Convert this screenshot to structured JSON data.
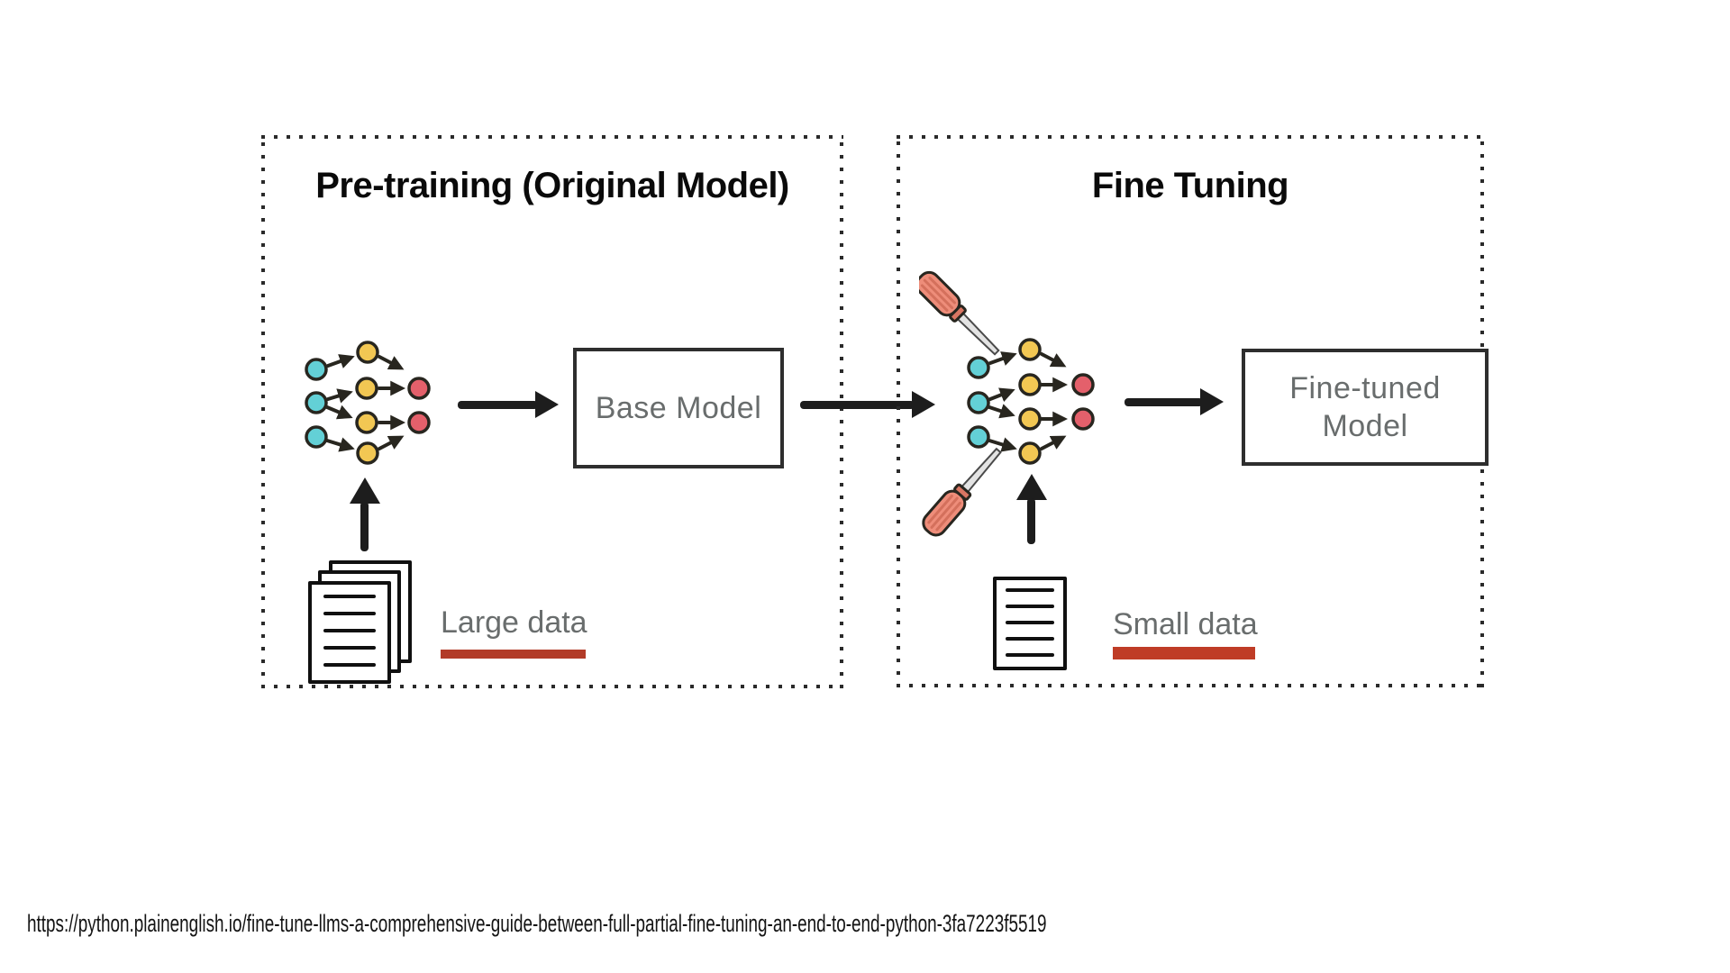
{
  "pretraining_panel": {
    "title": "Pre-training (Original Model)",
    "model_box_label": "Base Model",
    "data_label": "Large data",
    "data_icon": "document-stack-icon",
    "network_icon": "neural-network-icon"
  },
  "finetuning_panel": {
    "title": "Fine Tuning",
    "model_box_label": "Fine-tuned Model",
    "data_label": "Small data",
    "data_icon": "document-icon",
    "network_icon": "neural-network-icon",
    "tool_icon": "screwdriver-icon"
  },
  "footer": {
    "source_url": "https://python.plainenglish.io/fine-tune-llms-a-comprehensive-guide-between-full-partial-fine-tuning-an-end-to-end-python-3fa7223f5519"
  },
  "colors": {
    "node_cyan": "#63d0d6",
    "node_yellow": "#f2c753",
    "node_red": "#e4606b",
    "outline": "#28261f",
    "arrow": "#1d1d1d",
    "dash": "#2a2a2a",
    "box_border": "#2e2e2e",
    "label_gray": "#696d6d",
    "title_black": "#0a0a0a",
    "doc_ink": "#101010",
    "underline_left": "#b23b28",
    "underline_right": "#bf3c26",
    "screwdriver_handle": "#ee8d7a",
    "screwdriver_stripe": "#d4705c",
    "screwdriver_collar": "#d97663",
    "screwdriver_shaft": "#e3e3e3"
  }
}
